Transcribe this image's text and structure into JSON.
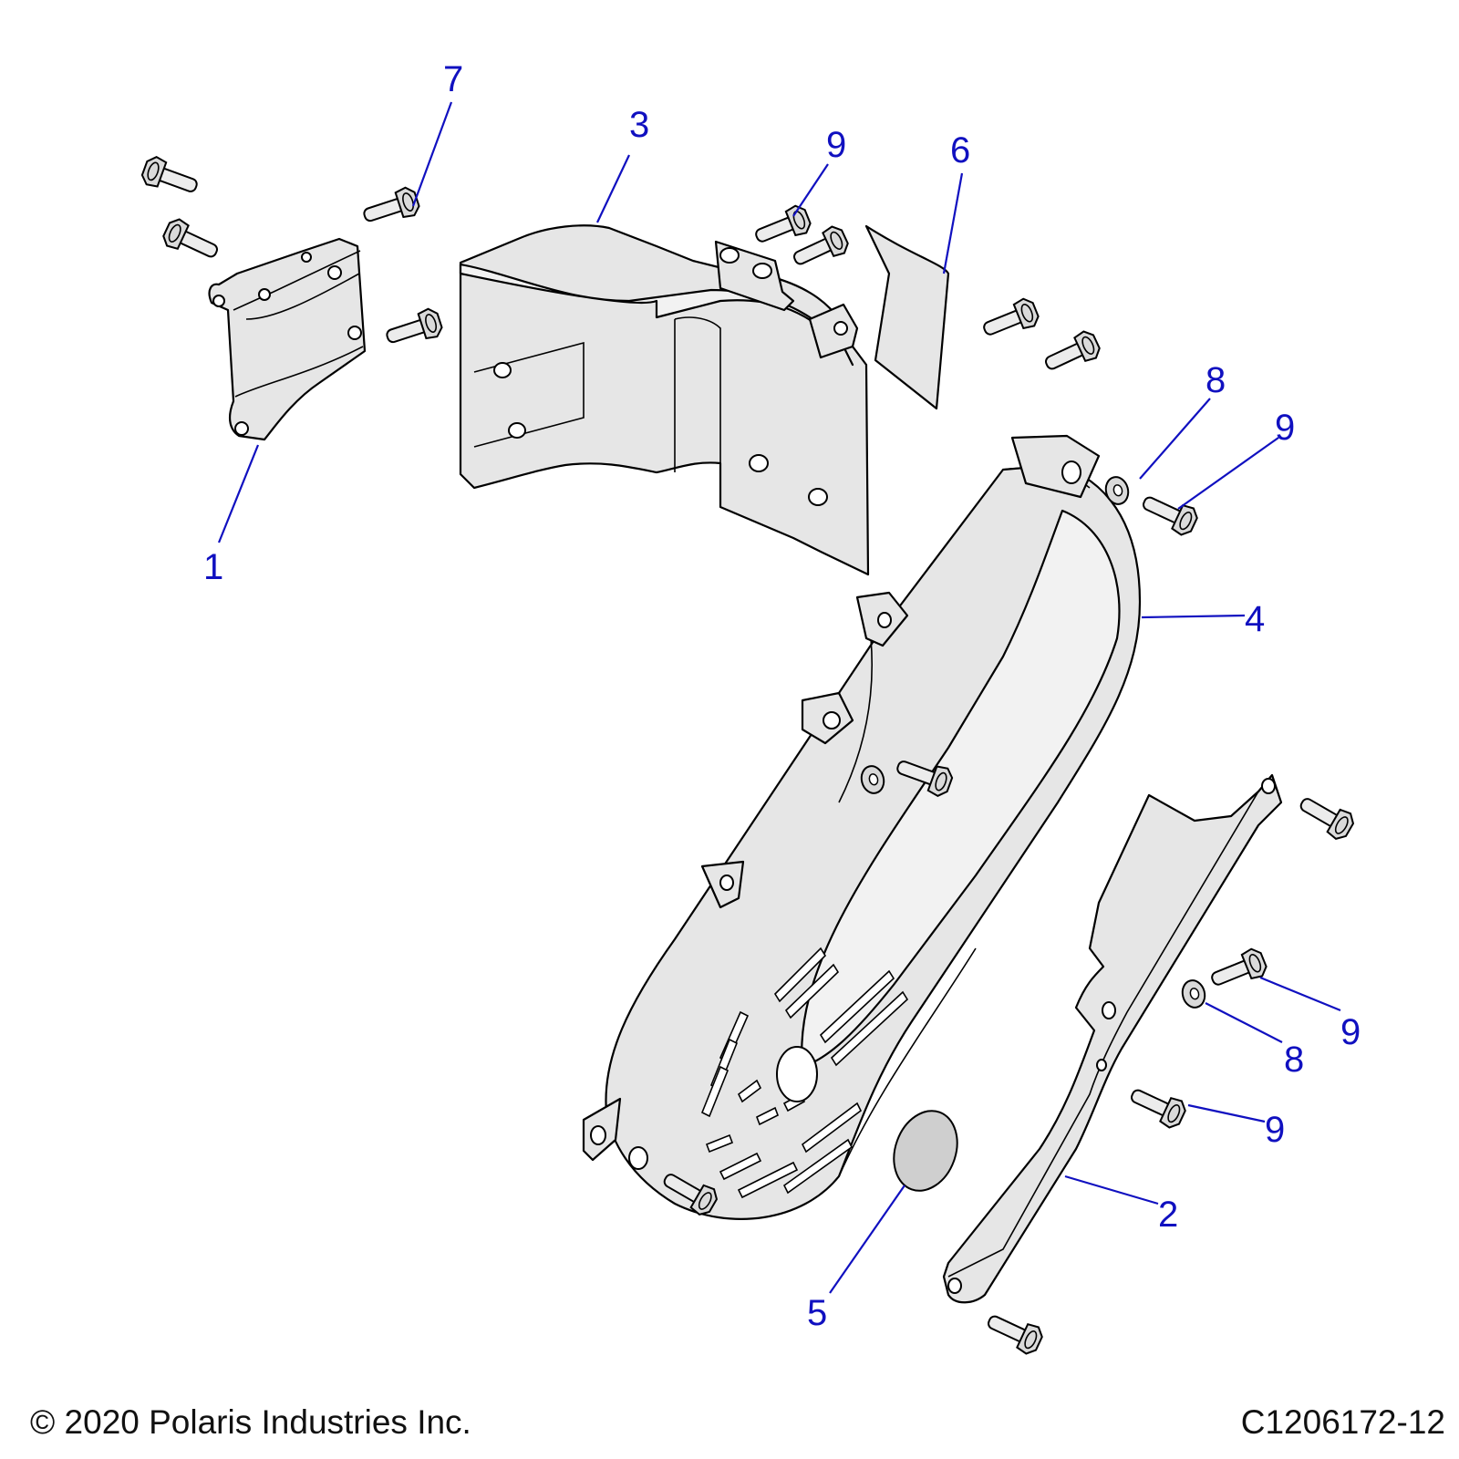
{
  "callouts": [
    {
      "id": "c7",
      "label": "7"
    },
    {
      "id": "c3",
      "label": "3"
    },
    {
      "id": "c9a",
      "label": "9"
    },
    {
      "id": "c6",
      "label": "6"
    },
    {
      "id": "c8a",
      "label": "8"
    },
    {
      "id": "c9b",
      "label": "9"
    },
    {
      "id": "c1",
      "label": "1"
    },
    {
      "id": "c4",
      "label": "4"
    },
    {
      "id": "c9c",
      "label": "9"
    },
    {
      "id": "c8b",
      "label": "8"
    },
    {
      "id": "c9d",
      "label": "9"
    },
    {
      "id": "c2",
      "label": "2"
    },
    {
      "id": "c5",
      "label": "5"
    }
  ],
  "footer": {
    "copyright": "© 2020 Polaris Industries Inc.",
    "drawing_number": "C1206172-12"
  },
  "colors": {
    "callout": "#1010c0",
    "part_fill": "#e6e6e6",
    "outline": "#000000"
  }
}
